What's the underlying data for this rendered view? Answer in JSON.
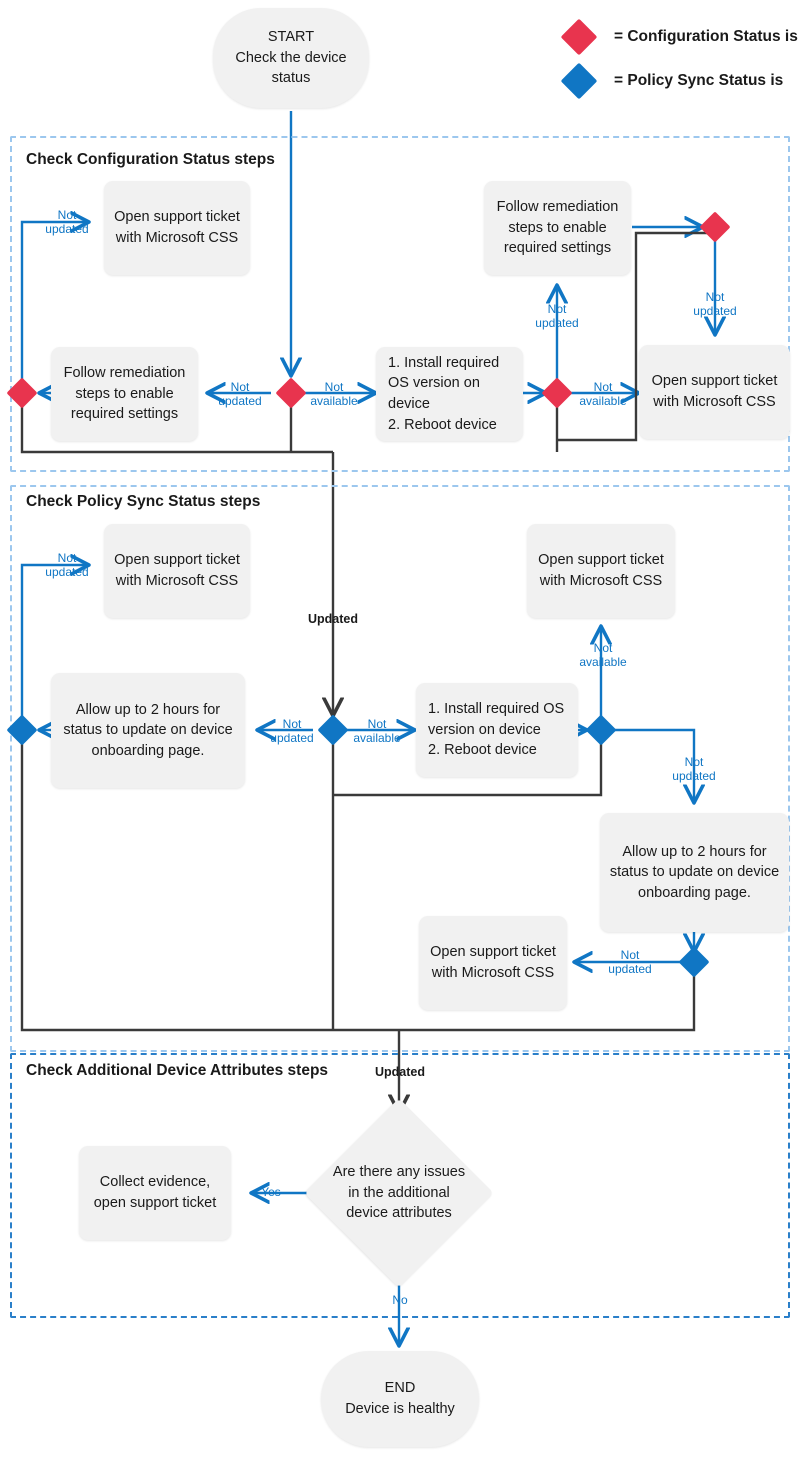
{
  "legend": {
    "items": [
      {
        "id": "legend-config-status",
        "color": "#e8344e",
        "label": "= Configuration Status is"
      },
      {
        "id": "legend-policy-sync",
        "color": "#1076c4",
        "label": "= Policy Sync Status is"
      }
    ]
  },
  "regions": [
    {
      "id": "region-config",
      "title": "Check Configuration Status steps"
    },
    {
      "id": "region-policy",
      "title": "Check Policy Sync Status steps"
    },
    {
      "id": "region-additional",
      "title": "Check Additional Device Attributes steps"
    }
  ],
  "nodes": {
    "start": {
      "line1": "START",
      "line2": "Check the device status"
    },
    "end": {
      "line1": "END",
      "line2": "Device is healthy"
    },
    "cfg_ticket_left": "Open support ticket with Microsoft CSS",
    "cfg_remediate_left": "Follow remediation steps to enable required settings",
    "cfg_install_step1": "1. Install required OS version on device",
    "cfg_install_step2": "2. Reboot device",
    "cfg_remediate_right": "Follow remediation steps to enable required settings",
    "cfg_ticket_right": "Open support ticket with Microsoft CSS",
    "pol_ticket_left": "Open support ticket with Microsoft CSS",
    "pol_allow_left": "Allow up to 2 hours for status to update on device onboarding page.",
    "pol_install_step1": "1. Install required OS version on device",
    "pol_install_step2": "2. Reboot device",
    "pol_ticket_top": "Open support ticket with Microsoft CSS",
    "pol_allow_right": "Allow up to 2 hours for status to update on device onboarding page.",
    "pol_ticket_bottom": "Open support ticket with Microsoft CSS",
    "add_collect": "Collect evidence, open support ticket",
    "add_decision": "Are there any issues in the additional device attributes"
  },
  "edge_labels": {
    "cfg_start_not_updated": "Not\nupdated",
    "cfg_mid_not_updated": "Not\nupdated",
    "cfg_mid_not_available": "Not\navailable",
    "cfg_os_not_updated": "Not\nupdated",
    "cfg_os_not_available": "Not\navailable",
    "cfg_right_not_updated": "Not\nupdated",
    "pol_start_not_updated": "Not\nupdated",
    "pol_updated_top": "Updated",
    "pol_mid_not_updated": "Not\nupdated",
    "pol_mid_not_available": "Not\navailable",
    "pol_os_not_available": "Not\navailable",
    "pol_os_not_updated": "Not\nupdated",
    "pol_bottom_not_updated": "Not\nupdated",
    "add_updated": "Updated",
    "add_yes": "Yes",
    "add_no": "No"
  },
  "colors": {
    "config_status": "#e8344e",
    "policy_sync": "#1076c4",
    "flow_blue": "#1076c4",
    "flow_dark": "#3a3a3a",
    "node_fill": "#f1f1f1",
    "region_border": "#9cc7ee",
    "region_border_last": "#2a7fc9"
  }
}
